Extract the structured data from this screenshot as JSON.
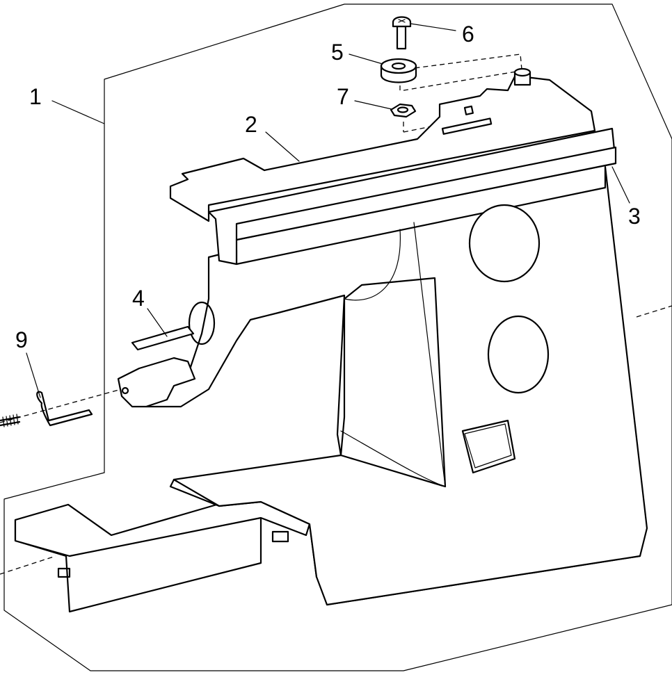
{
  "callouts": [
    {
      "id": "1",
      "text": "1"
    },
    {
      "id": "2",
      "text": "2"
    },
    {
      "id": "3",
      "text": "3"
    },
    {
      "id": "4",
      "text": "4"
    },
    {
      "id": "5",
      "text": "5"
    },
    {
      "id": "6",
      "text": "6"
    },
    {
      "id": "7",
      "text": "7"
    },
    {
      "id": "9",
      "text": "9"
    }
  ]
}
